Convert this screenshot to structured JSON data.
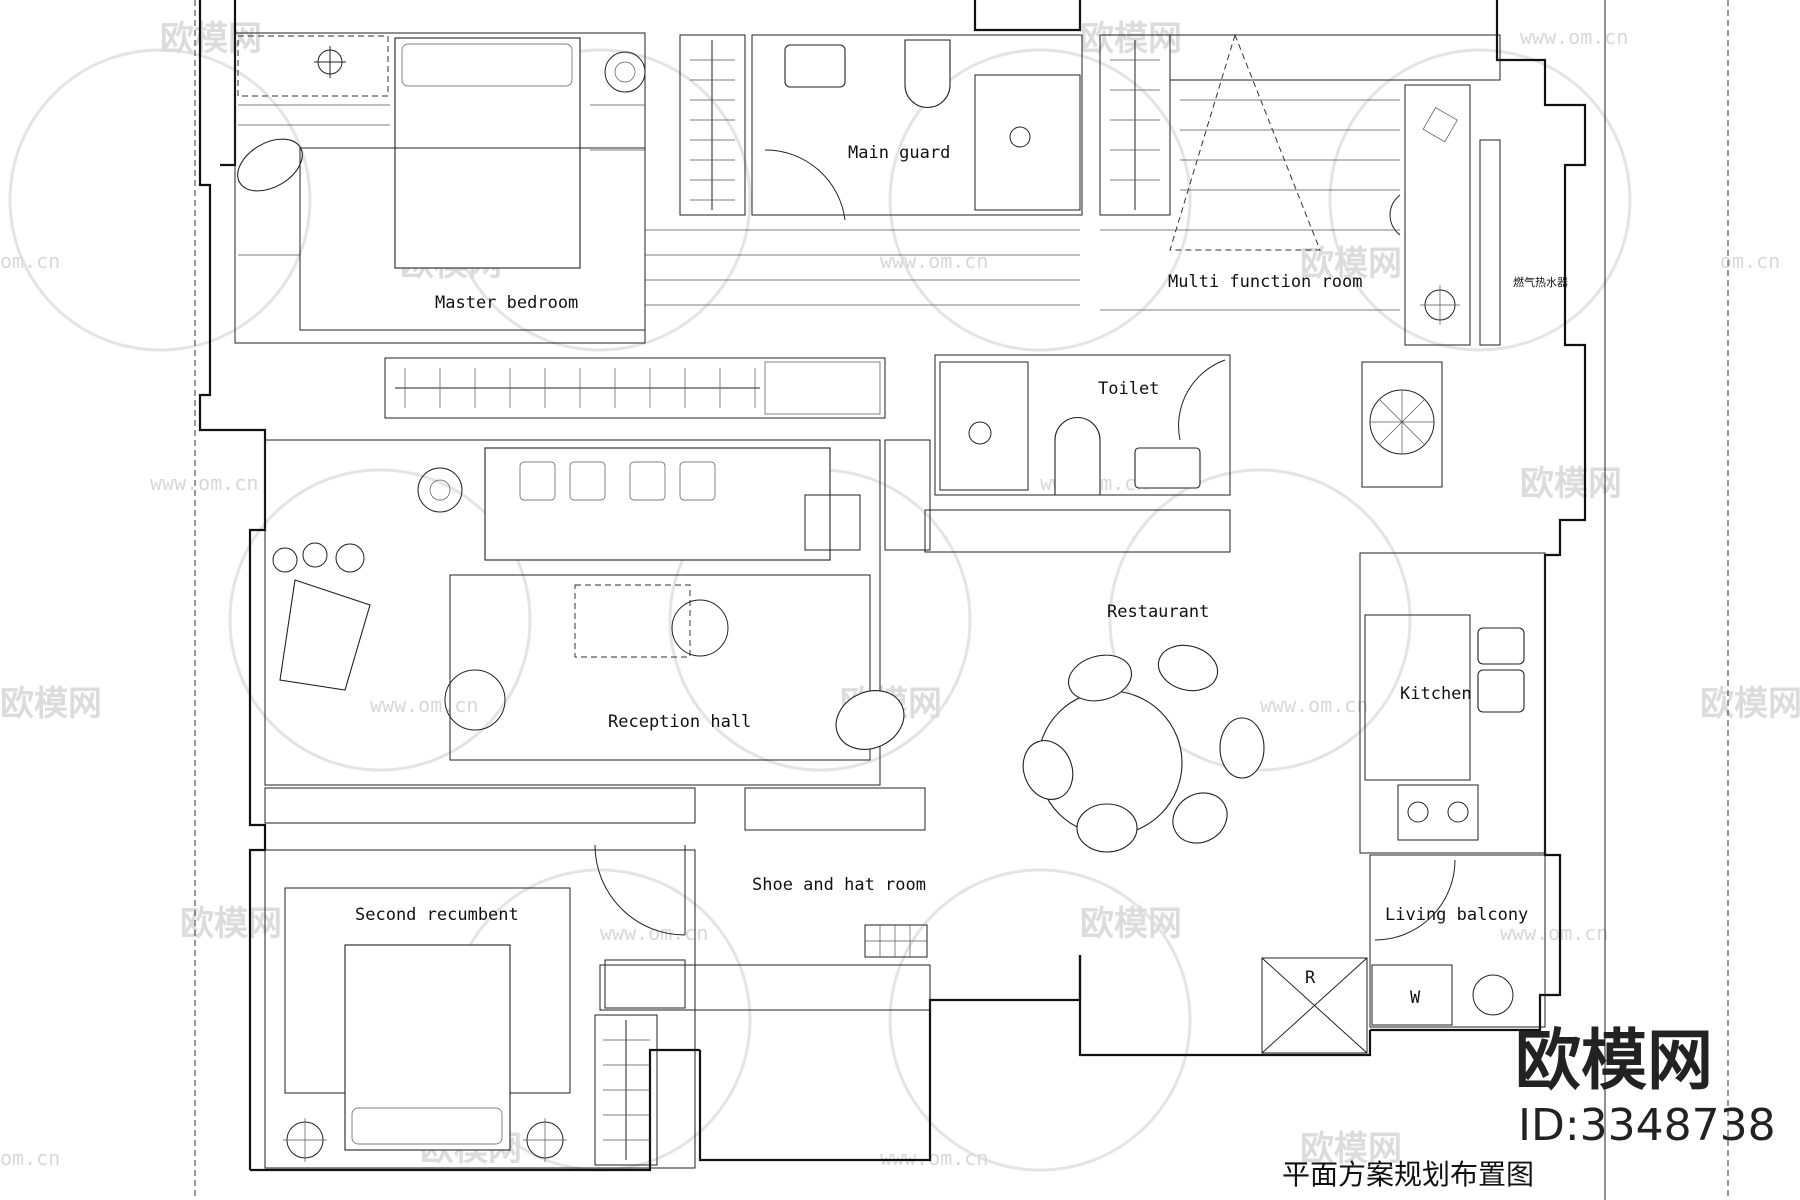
{
  "rooms": {
    "main_guard": "Main guard",
    "master_bedroom": "Master bedroom",
    "multi_function_room": "Multi function room",
    "toilet": "Toilet",
    "restaurant": "Restaurant",
    "kitchen": "Kitchen",
    "reception_hall": "Reception hall",
    "shoe_and_hat_room": "Shoe and hat room",
    "second_recumbent": "Second recumbent",
    "living_balcony": "Living balcony"
  },
  "annotations": {
    "heater_label": "燃气热水器",
    "refrigerator_mark": "R",
    "washer_mark": "W"
  },
  "caption": "平面方案规划布置图",
  "watermark": {
    "brand": "欧模网",
    "site": "www.om.cn",
    "site_short": "om.cn",
    "id": "ID:3348738"
  }
}
